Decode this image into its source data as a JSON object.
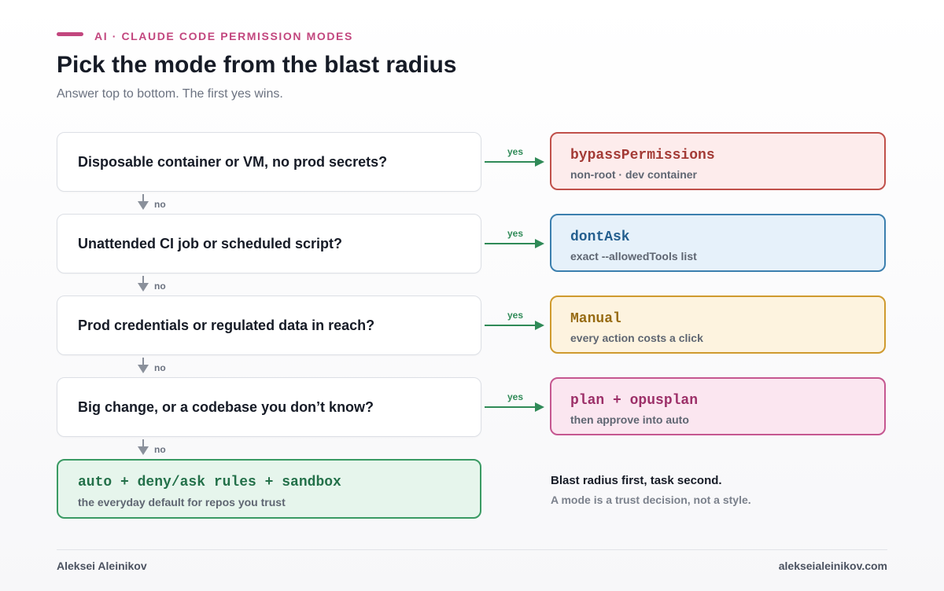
{
  "header": {
    "eyebrow": "AI · CLAUDE CODE PERMISSION MODES",
    "title": "Pick the mode from the blast radius",
    "subtitle": "Answer top to bottom. The first yes wins."
  },
  "flow": {
    "yes_label": "yes",
    "no_label": "no",
    "steps": [
      {
        "question": "Disposable container or VM, no prod secrets?",
        "mode": "bypassPermissions",
        "detail": "non-root · dev container",
        "color": "#c0504a"
      },
      {
        "question": "Unattended CI job or scheduled script?",
        "mode": "dontAsk",
        "detail": "exact --allowedTools list",
        "color": "#3b7fae"
      },
      {
        "question": "Prod credentials or regulated data in reach?",
        "mode": "Manual",
        "detail": "every action costs a click",
        "color": "#cf9a2e"
      },
      {
        "question": "Big change, or a codebase you don’t know?",
        "mode": "plan + opusplan",
        "detail": "then approve into auto",
        "color": "#c55790"
      }
    ],
    "default": {
      "mode": "auto + deny/ask rules + sandbox",
      "detail": "the everyday default for repos you trust",
      "color": "#3a9a63"
    }
  },
  "note": {
    "title": "Blast radius first, task second.",
    "subtitle": "A mode is a trust decision, not a style."
  },
  "footer": {
    "author": "Aleksei Aleinikov",
    "site": "alekseialeinikov.com"
  }
}
